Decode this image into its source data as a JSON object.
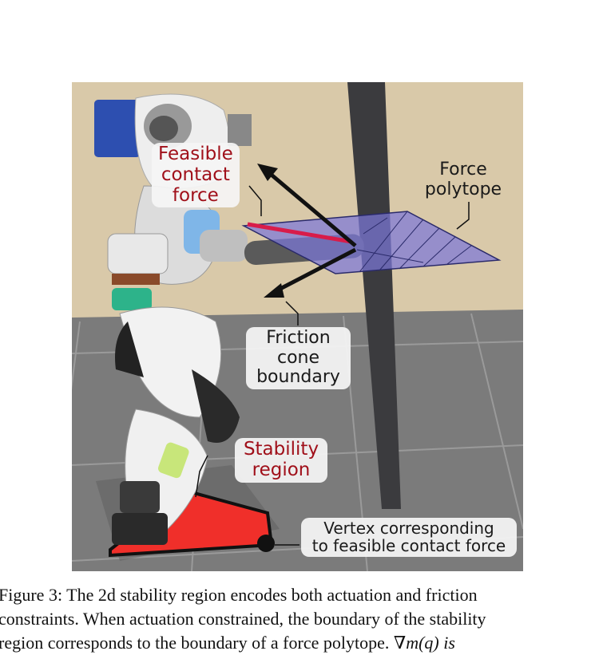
{
  "figure": {
    "labels": {
      "feasible_contact_force": [
        "Feasible",
        "contact",
        "force"
      ],
      "force_polytope": [
        "Force",
        "polytope"
      ],
      "friction_cone_boundary": [
        "Friction",
        "cone",
        "boundary"
      ],
      "stability_region": [
        "Stability",
        "region"
      ],
      "vertex": [
        "Vertex corresponding",
        "to feasible contact force"
      ]
    },
    "colors": {
      "wall": "#d9c9a9",
      "floor": "#7a7a7a",
      "pillar": "#3b3b3e",
      "polytope": "#7b77d8",
      "stability_region": "#f02f2a",
      "contact_force": "#d81c4a",
      "label_red": "#a0101a"
    }
  },
  "caption": {
    "line1": "Figure 3: The 2d stability region encodes both actuation and friction",
    "line2": "constraints. When actuation constrained, the boundary of the stability",
    "line3_text": "region corresponds to the boundary of a force polytope.",
    "line3_math": "∇m(q) is"
  }
}
